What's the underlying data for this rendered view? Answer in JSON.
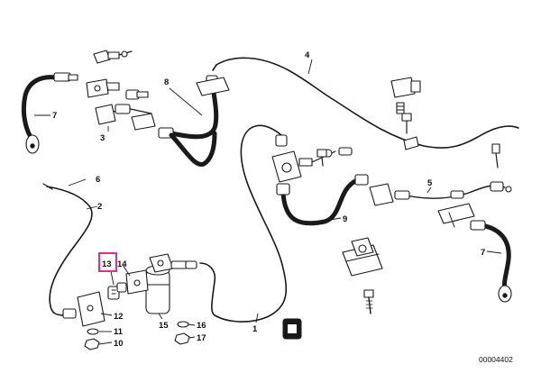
{
  "callouts": {
    "c1": "1",
    "c2": "2",
    "c3": "3",
    "c4": "4",
    "c5": "5",
    "c6": "6",
    "c7a": "7",
    "c7b": "7",
    "c8": "8",
    "c9": "9",
    "c10": "10",
    "c11": "11",
    "c12": "12",
    "c13": "13",
    "c14": "14",
    "c15": "15",
    "c16": "16",
    "c17": "17"
  },
  "document_number": "00004402",
  "colors": {
    "line": "#1a1a1a",
    "highlight": "#d63384",
    "background": "#ffffff"
  }
}
